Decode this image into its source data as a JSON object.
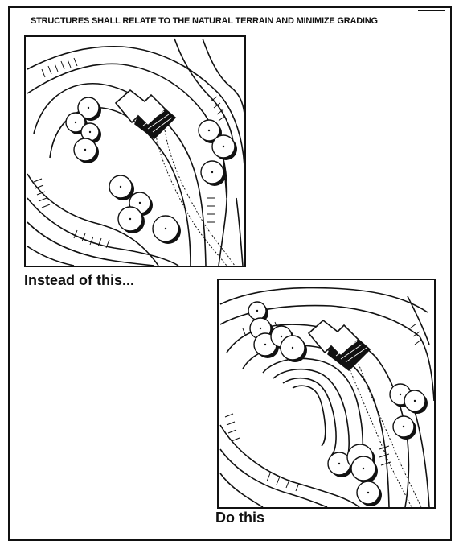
{
  "heading": "STRUCTURES SHALL RELATE TO THE NATURAL TERRAIN AND MINIMIZE GRADING",
  "panels": {
    "instead": {
      "caption": "Instead of this..."
    },
    "do": {
      "caption": "Do this"
    }
  },
  "colors": {
    "ink": "#111111",
    "paper": "#ffffff"
  }
}
